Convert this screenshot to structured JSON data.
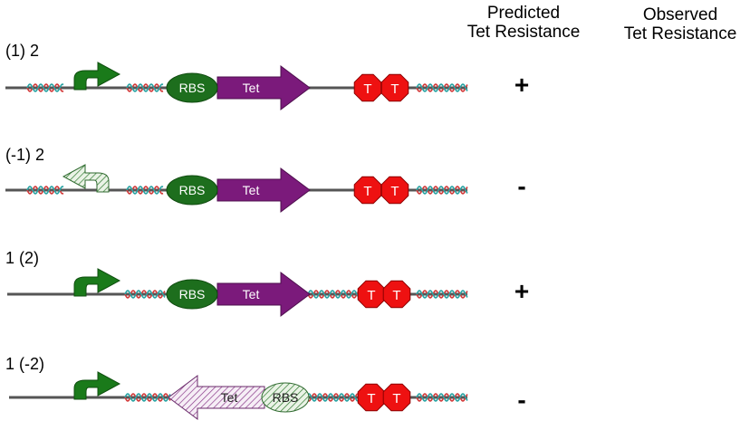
{
  "headers": {
    "predicted": [
      "Predicted",
      "Tet Resistance"
    ],
    "observed": [
      "Observed",
      "Tet Resistance"
    ]
  },
  "rows": [
    {
      "label": "(1) 2",
      "predicted": "+",
      "promoter": "forward",
      "coding": "forward",
      "rbs": "RBS",
      "gene": "Tet",
      "terminators": [
        "T",
        "T"
      ]
    },
    {
      "label": "(-1) 2",
      "predicted": "-",
      "promoter": "reversed",
      "coding": "forward",
      "rbs": "RBS",
      "gene": "Tet",
      "terminators": [
        "T",
        "T"
      ]
    },
    {
      "label": "1 (2)",
      "predicted": "+",
      "promoter": "forward",
      "coding": "forward",
      "rbs": "RBS",
      "gene": "Tet",
      "terminators": [
        "T",
        "T"
      ]
    },
    {
      "label": "1 (-2)",
      "predicted": "-",
      "promoter": "forward",
      "coding": "reversed",
      "rbs": "RBS",
      "gene": "Tet",
      "terminators": [
        "T",
        "T"
      ]
    }
  ],
  "colors": {
    "promoter": "#1a7a1a",
    "rbs": "#1d6e1d",
    "gene": "#7b1a7b",
    "terminator": "#ee1111",
    "backbone": "#555555",
    "dna_red": "#d23b3b",
    "dna_teal": "#2aa3a3"
  }
}
